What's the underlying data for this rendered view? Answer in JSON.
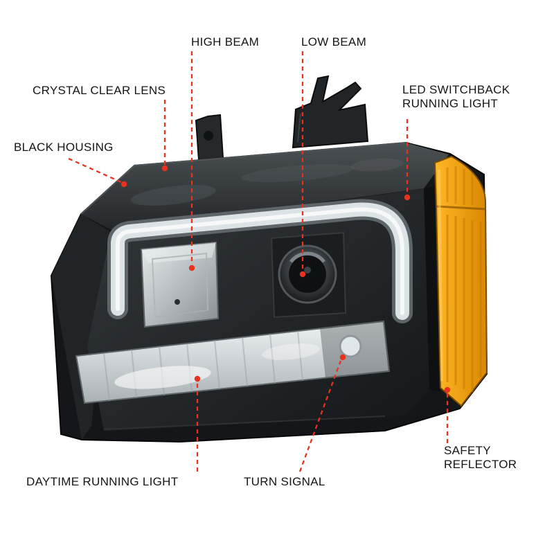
{
  "colors": {
    "accent_red": "#e8321e",
    "label_text": "#151515",
    "page_bg": "#ffffff",
    "housing_black": "#141619",
    "lens_smoke": "#1a1d20",
    "light_bar": "#dce3e6",
    "amber_reflector": "#f49c00"
  },
  "callouts": [
    {
      "id": "crystal-clear-lens",
      "label": "CRYSTAL CLEAR LENS"
    },
    {
      "id": "high-beam",
      "label": "HIGH BEAM"
    },
    {
      "id": "low-beam",
      "label": "LOW BEAM"
    },
    {
      "id": "led-switchback-running-light",
      "label": "LED SWITCHBACK RUNNING LIGHT"
    },
    {
      "id": "black-housing",
      "label": "BLACK HOUSING"
    },
    {
      "id": "daytime-running-light",
      "label": "DAYTIME RUNNING LIGHT"
    },
    {
      "id": "turn-signal",
      "label": "TURN SIGNAL"
    },
    {
      "id": "safety-reflector",
      "label": "SAFETY REFLECTOR"
    }
  ]
}
